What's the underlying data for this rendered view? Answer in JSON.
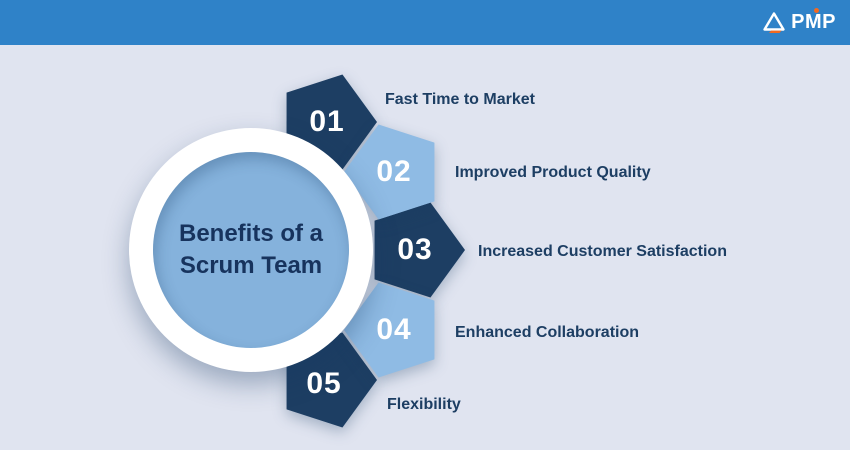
{
  "header": {
    "logo_text": "PMP"
  },
  "colors": {
    "header_bg": "#2F82C8",
    "page_bg": "#E0E4F0",
    "dark": "#1D3E63",
    "light_pent": "#8FBBE4",
    "circle_fill": "#85B2DC",
    "text_dark": "#1D3E63",
    "white": "#FFFFFF",
    "logo_accent": "#F26A21"
  },
  "diagram": {
    "title_line1": "Benefits of a",
    "title_line2": "Scrum Team",
    "items": [
      {
        "number": "01",
        "label": "Fast Time to Market",
        "tone": "dark"
      },
      {
        "number": "02",
        "label": "Improved Product Quality",
        "tone": "light"
      },
      {
        "number": "03",
        "label": "Increased Customer Satisfaction",
        "tone": "dark"
      },
      {
        "number": "04",
        "label": "Enhanced Collaboration",
        "tone": "light"
      },
      {
        "number": "05",
        "label": "Flexibility",
        "tone": "dark"
      }
    ]
  }
}
